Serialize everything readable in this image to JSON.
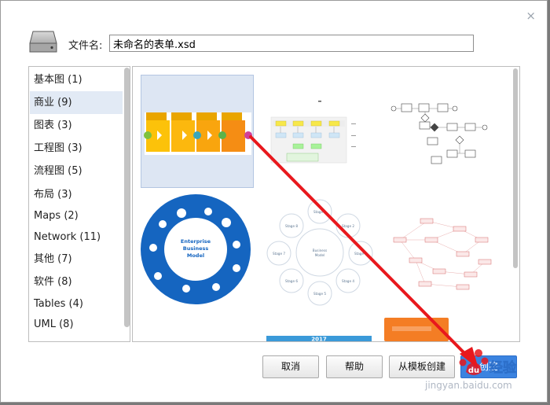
{
  "dialog": {
    "filename_label": "文件名:",
    "filename_value": "未命名的表单.xsd",
    "close_symbol": "×"
  },
  "sidebar": {
    "items": [
      {
        "label": "基本图 (1)"
      },
      {
        "label": "商业 (9)",
        "selected": true
      },
      {
        "label": "图表 (3)"
      },
      {
        "label": "工程图 (3)"
      },
      {
        "label": "流程图 (5)"
      },
      {
        "label": "布局 (3)"
      },
      {
        "label": "Maps (2)"
      },
      {
        "label": "Network (11)"
      },
      {
        "label": "其他 (7)"
      },
      {
        "label": "软件 (8)"
      },
      {
        "label": "Tables (4)"
      },
      {
        "label": "UML (8)"
      }
    ]
  },
  "thumbnails": {
    "enterprise": {
      "title_line1": "Enterprise",
      "title_line2": "Business",
      "title_line3": "Model"
    },
    "stages": {
      "center_line1": "Business",
      "center_line2": "Model",
      "labels": [
        "Stage 1",
        "Stage 2",
        "Stage 3",
        "Stage 4",
        "Stage 5",
        "Stage 6",
        "Stage 7",
        "Stage 8"
      ]
    },
    "year_label": "2017"
  },
  "buttons": {
    "cancel": "取消",
    "help": "帮助",
    "from_template": "从模板创建",
    "create": "创建"
  },
  "watermark": {
    "brand": "经验",
    "url": "jingyan.baidu.com"
  },
  "colors": {
    "accent": "#3b83e0",
    "selection": "#e2eaf5",
    "arrow": "#e8181d"
  }
}
